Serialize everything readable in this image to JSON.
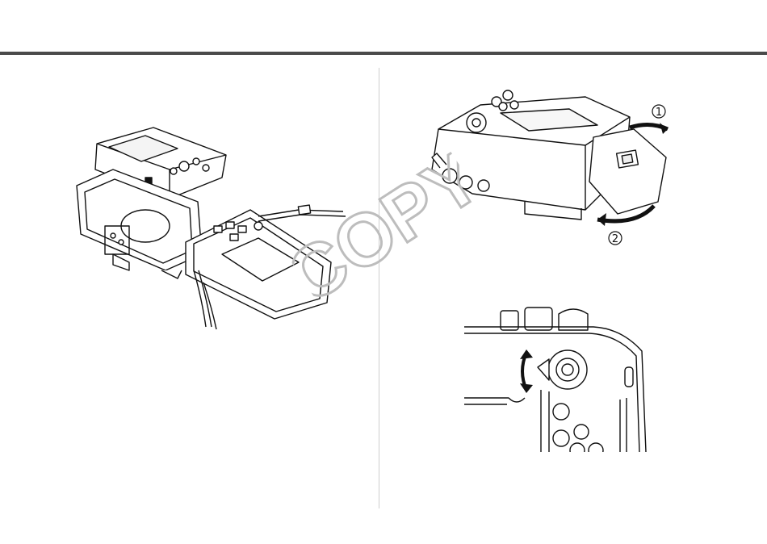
{
  "watermark": {
    "text": "COPY",
    "color": "#bdbdbd"
  },
  "figure_top_right": {
    "steps": [
      {
        "label": "1"
      },
      {
        "label": "2"
      }
    ]
  },
  "colors": {
    "rule": "#4a4a4a",
    "divider": "#cfcfcf",
    "line": "#111111"
  }
}
